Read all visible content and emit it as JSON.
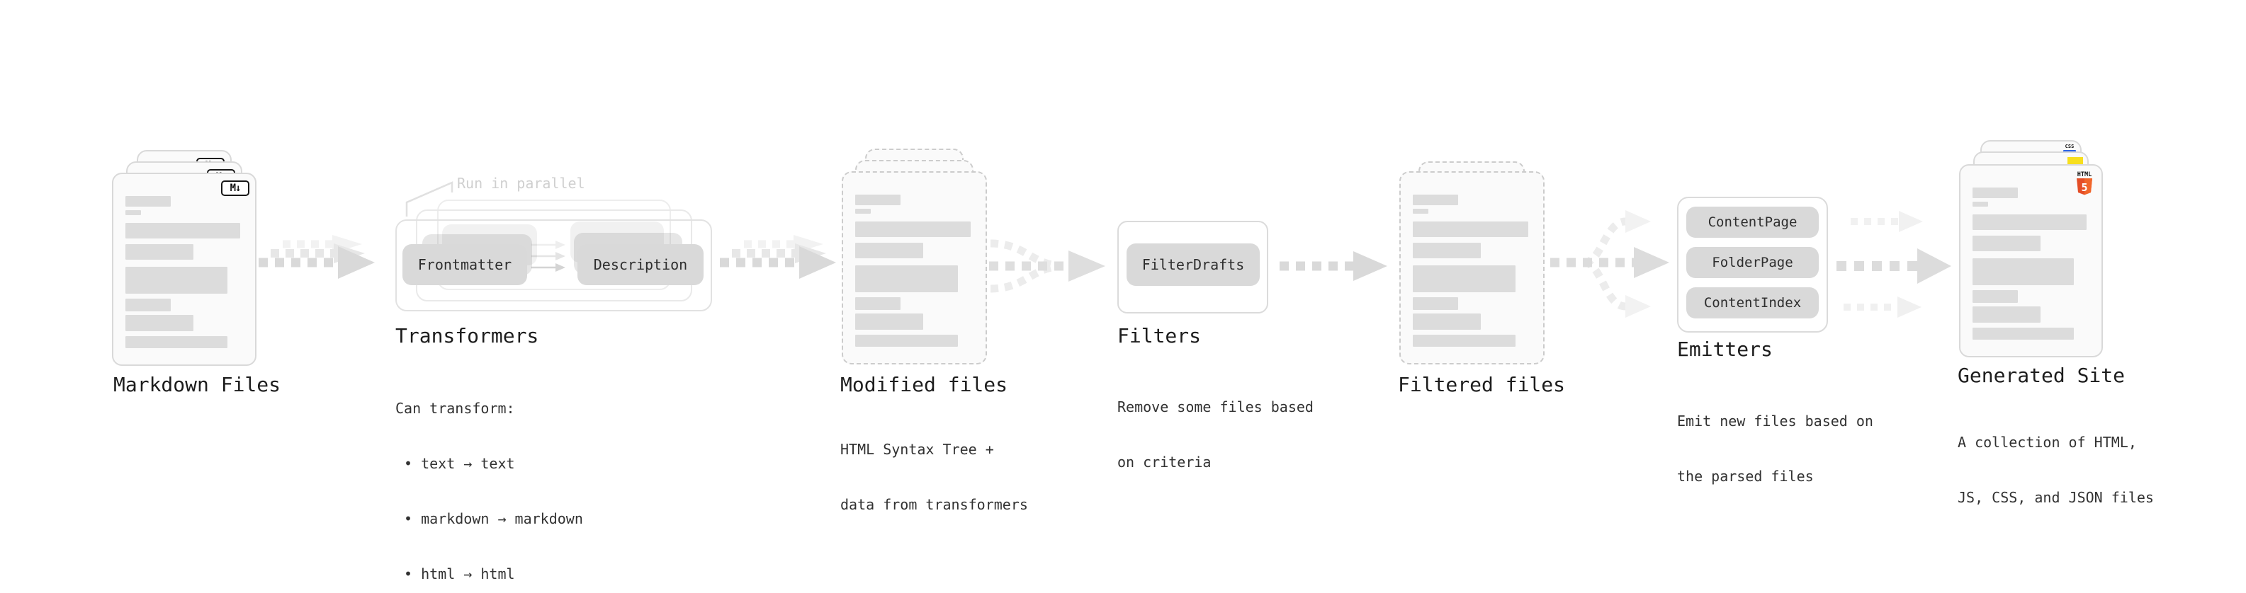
{
  "nodes": {
    "markdown_files": {
      "title": "Markdown Files",
      "file_badge": "M↓"
    },
    "transformers": {
      "title": "Transformers",
      "annotation": "Run in parallel",
      "pills": [
        "Frontmatter",
        "Description"
      ],
      "body": [
        "Can transform:",
        "• text → text",
        "• markdown → markdown",
        "• html → html"
      ]
    },
    "modified_files": {
      "title": "Modified files",
      "body": [
        "HTML Syntax Tree +",
        "data from transformers"
      ]
    },
    "filters": {
      "title": "Filters",
      "pills": [
        "FilterDrafts"
      ],
      "body": [
        "Remove some files based",
        "on criteria"
      ]
    },
    "filtered_files": {
      "title": "Filtered files"
    },
    "emitters": {
      "title": "Emitters",
      "pills": [
        "ContentPage",
        "FolderPage",
        "ContentIndex"
      ],
      "body": [
        "Emit new files based on",
        "the parsed files"
      ]
    },
    "generated_site": {
      "title": "Generated Site",
      "body": [
        "A collection of HTML,",
        "JS, CSS, and JSON files"
      ],
      "html_badge_label": "HTML",
      "html_badge_number": "5",
      "css_badge_label": "CSS"
    }
  },
  "connections": [
    {
      "from": "markdown_files",
      "to": "transformers",
      "style": "stacked-dashed-arrows"
    },
    {
      "from": "transformers",
      "to": "modified_files",
      "style": "stacked-dashed-arrows"
    },
    {
      "from": "modified_files",
      "to": "filters",
      "style": "merge-3-to-1-dashed"
    },
    {
      "from": "filters",
      "to": "filtered_files",
      "style": "single-dashed-arrow"
    },
    {
      "from": "filtered_files",
      "to": "emitters",
      "style": "fanout-1-to-3-dashed"
    },
    {
      "from": "emitters",
      "to": "generated_site",
      "style": "three-parallel-dashed-arrows"
    }
  ],
  "colors": {
    "html5_orange": "#e44d26",
    "html5_orange_light": "#f16529",
    "js_yellow": "#f7df1e",
    "css_blue": "#2b63e8",
    "pill_gray": "#d9d9d9",
    "card_border_gray": "#d9d9d9",
    "text_dark": "#1d1d1d",
    "annotation_gray": "#cfcfcf"
  }
}
